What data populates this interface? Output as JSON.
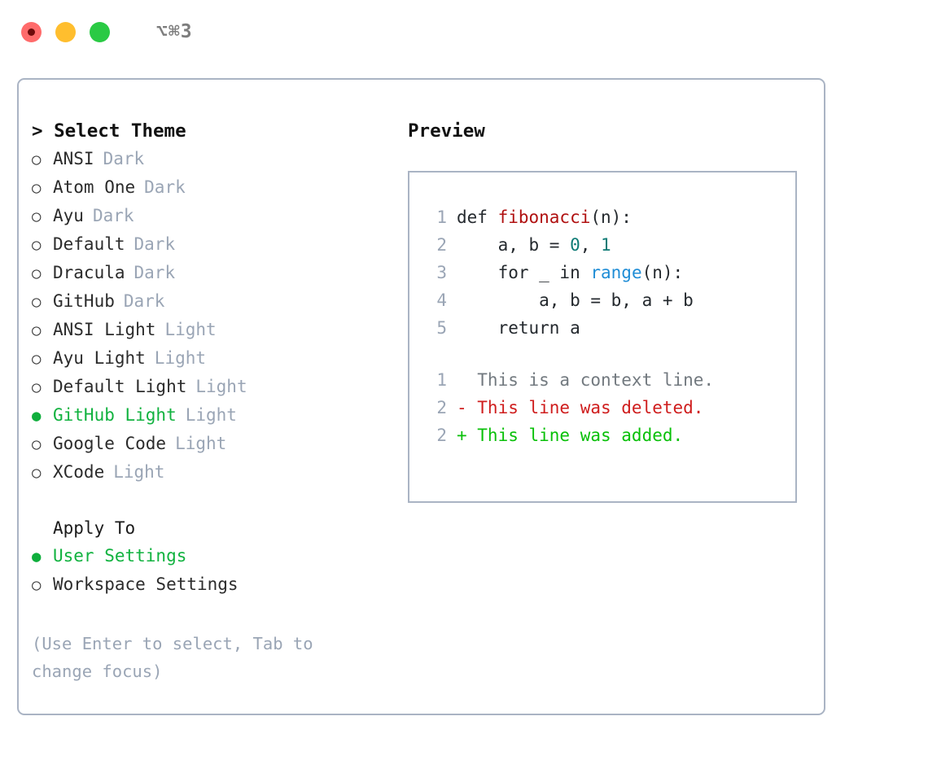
{
  "titlebar": {
    "shortcut": "⌥⌘3",
    "buttons": [
      {
        "name": "close",
        "color": "#ff6b6b"
      },
      {
        "name": "minimize",
        "color": "#ffbe2e"
      },
      {
        "name": "maximize",
        "color": "#2aca44"
      }
    ]
  },
  "theme_picker": {
    "header": "> Select Theme",
    "items": [
      {
        "bullet": "○",
        "label": "ANSI",
        "tag": "Dark",
        "selected": false
      },
      {
        "bullet": "○",
        "label": "Atom One",
        "tag": "Dark",
        "selected": false
      },
      {
        "bullet": "○",
        "label": "Ayu",
        "tag": "Dark",
        "selected": false
      },
      {
        "bullet": "○",
        "label": "Default",
        "tag": "Dark",
        "selected": false
      },
      {
        "bullet": "○",
        "label": "Dracula",
        "tag": "Dark",
        "selected": false
      },
      {
        "bullet": "○",
        "label": "GitHub",
        "tag": "Dark",
        "selected": false
      },
      {
        "bullet": "○",
        "label": "ANSI Light",
        "tag": "Light",
        "selected": false
      },
      {
        "bullet": "○",
        "label": "Ayu Light",
        "tag": "Light",
        "selected": false
      },
      {
        "bullet": "○",
        "label": "Default Light",
        "tag": "Light",
        "selected": false
      },
      {
        "bullet": "●",
        "label": "GitHub Light",
        "tag": "Light",
        "selected": true
      },
      {
        "bullet": "○",
        "label": "Google Code",
        "tag": "Light",
        "selected": false
      },
      {
        "bullet": "○",
        "label": "XCode",
        "tag": "Light",
        "selected": false
      }
    ]
  },
  "apply_to": {
    "title": "Apply To",
    "items": [
      {
        "bullet": "●",
        "label": "User Settings",
        "selected": true
      },
      {
        "bullet": "○",
        "label": "Workspace Settings",
        "selected": false
      }
    ]
  },
  "hint": {
    "line1": "(Use Enter to select, Tab to",
    "line2": "change focus)"
  },
  "preview": {
    "title": "Preview",
    "code_lines": [
      {
        "number": "1",
        "tokens": [
          {
            "text": "def ",
            "kind": "plain"
          },
          {
            "text": "fibonacci",
            "kind": "function"
          },
          {
            "text": "(n):",
            "kind": "plain"
          }
        ]
      },
      {
        "number": "2",
        "tokens": [
          {
            "text": "    a, b = ",
            "kind": "plain"
          },
          {
            "text": "0",
            "kind": "number"
          },
          {
            "text": ", ",
            "kind": "plain"
          },
          {
            "text": "1",
            "kind": "number"
          }
        ]
      },
      {
        "number": "3",
        "tokens": [
          {
            "text": "    for _ in ",
            "kind": "plain"
          },
          {
            "text": "range",
            "kind": "builtin"
          },
          {
            "text": "(n):",
            "kind": "plain"
          }
        ]
      },
      {
        "number": "4",
        "tokens": [
          {
            "text": "        a, b = b, a + b",
            "kind": "plain"
          }
        ]
      },
      {
        "number": "5",
        "tokens": [
          {
            "text": "    return a",
            "kind": "plain"
          }
        ]
      }
    ],
    "diff_lines": [
      {
        "number": "1",
        "marker": " ",
        "text": "  This is a context line.",
        "kind": "context"
      },
      {
        "number": "2",
        "marker": "-",
        "text": "- This line was deleted.",
        "kind": "deleted"
      },
      {
        "number": "2",
        "marker": "+",
        "text": "+ This line was added.",
        "kind": "added"
      }
    ]
  },
  "colors": {
    "accent_green": "#11b23f",
    "muted": "#9aa5b5",
    "border": "#aab4c4",
    "syntax_function": "#b01010",
    "syntax_number": "#0d7b75",
    "syntax_builtin": "#1f8dd6",
    "diff_added": "#09c009",
    "diff_deleted": "#cf1d1d",
    "diff_context": "#72797f"
  }
}
